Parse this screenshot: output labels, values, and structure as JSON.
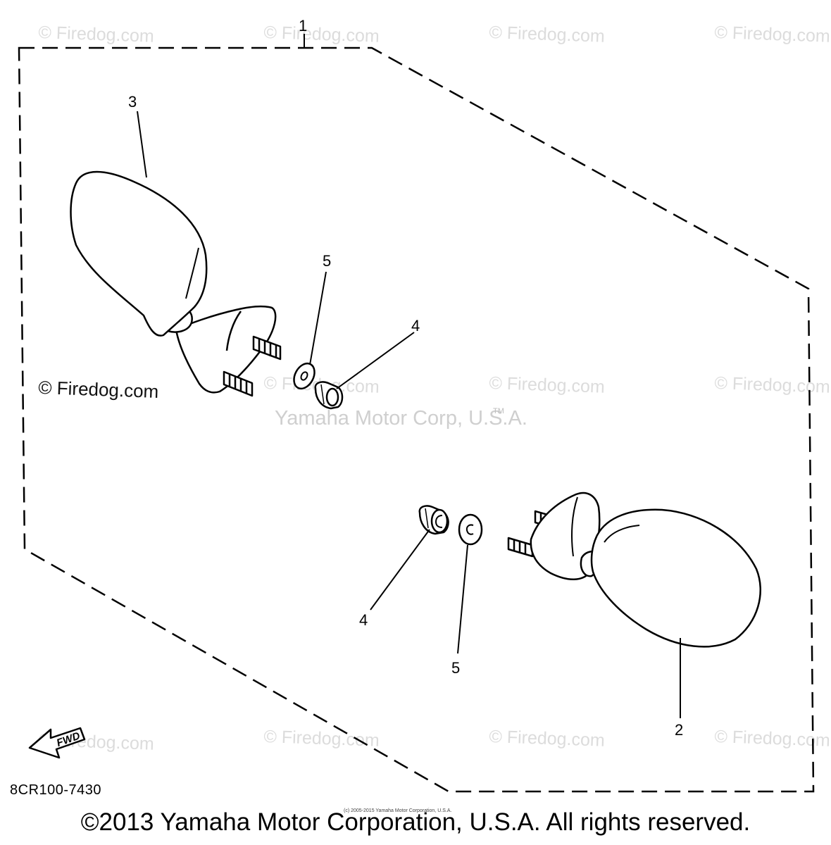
{
  "callouts": {
    "c1": "1",
    "c2": "2",
    "c3": "3",
    "c4a": "4",
    "c4b": "4",
    "c5a": "5",
    "c5b": "5"
  },
  "watermarks": {
    "firedog": "© Firedog.com",
    "center": "Yamaha Motor Corp, U.S.A.",
    "tm": "TM"
  },
  "fwd_label": "FWD",
  "part_code": "8CR100-7430",
  "tiny_copyright": "(c) 2005-2015 Yamaha Motor Corporation, U.S.A.",
  "copyright": "©2013 Yamaha Motor Corporation, U.S.A. All rights reserved."
}
